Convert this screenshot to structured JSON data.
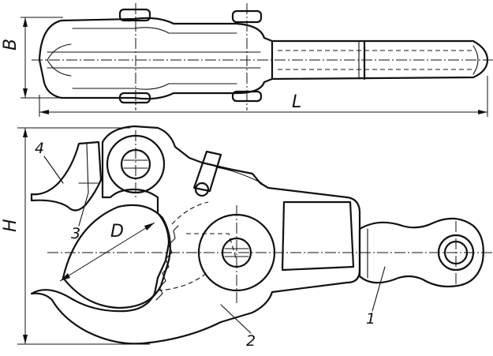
{
  "labels": {
    "width": "B",
    "length": "L",
    "height": "H",
    "diameter": "D"
  },
  "callouts": [
    "1",
    "2",
    "3",
    "4"
  ]
}
